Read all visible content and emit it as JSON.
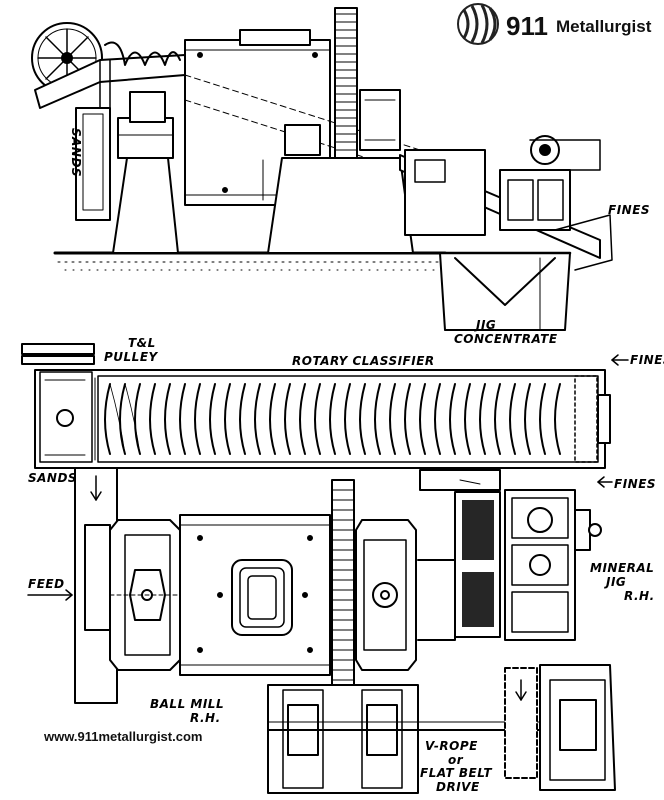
{
  "brand": {
    "number": "911",
    "name": "Metallurgist",
    "website": "www.911metallurgist.com"
  },
  "labels": {
    "sands_top": "SANDS",
    "fines_top": "FINES",
    "jig": "JIG",
    "concentrate": "CONCENTRATE",
    "tl": "T&L",
    "pulley": "PULLEY",
    "rotary_classifier": "ROTARY CLASSIFIER",
    "fines_right_1": "FINES",
    "sands_left": "SANDS",
    "fines_right_2": "FINES",
    "feed": "FEED",
    "mineral": "MINERAL",
    "jig_rh": "JIG",
    "rh_jig": "R.H.",
    "ball_mill": "BALL MILL",
    "rh_mill": "R.H.",
    "v_rope": "V-ROPE",
    "or": "or",
    "flat_belt": "FLAT BELT",
    "drive": "DRIVE"
  }
}
